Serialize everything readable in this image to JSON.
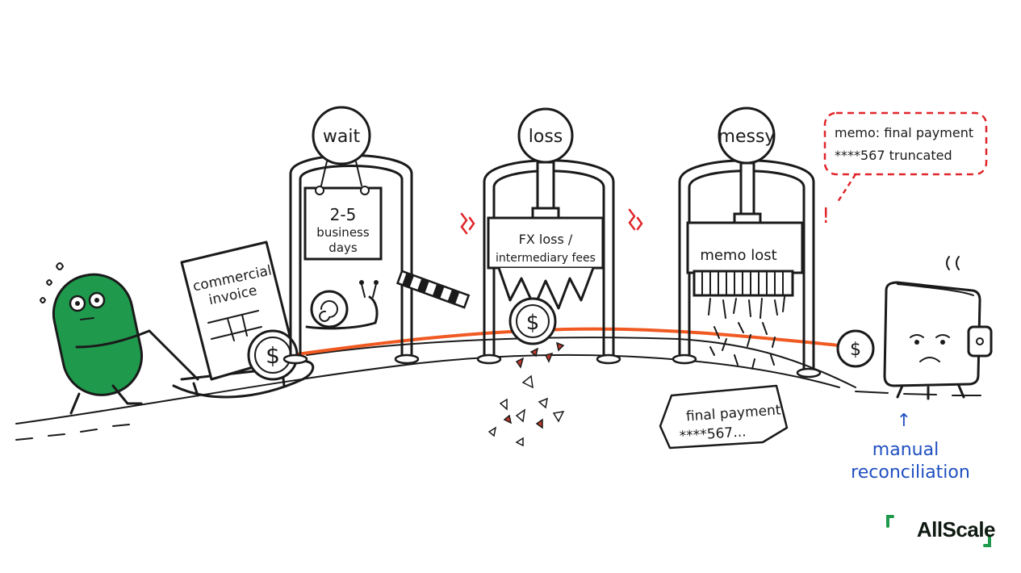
{
  "colors": {
    "ink": "#1a1a1a",
    "money_path": "#f05a22",
    "alert_red": "#e0262b",
    "character_green": "#1f9a4d",
    "note_blue": "#1f4fc0",
    "logo_green": "#1f9a4d"
  },
  "stations": {
    "wait": {
      "label": "wait",
      "sign": [
        "2-5",
        "business",
        "days"
      ]
    },
    "loss": {
      "label": "loss",
      "sign": [
        "FX loss /",
        "intermediary fees"
      ]
    },
    "messy": {
      "label": "messy",
      "sign": "memo lost"
    }
  },
  "invoice": {
    "lines": [
      "commercial",
      "invoice"
    ]
  },
  "coin_symbol": "$",
  "memo_bubble": {
    "lines": [
      "memo: final payment",
      "****567 truncated"
    ]
  },
  "alert_mark": "!",
  "memo_scrap": {
    "lines": [
      "final payment",
      "****567..."
    ]
  },
  "reconciliation_note": {
    "arrow": "↑",
    "lines": [
      "manual",
      "reconciliation"
    ]
  },
  "brand": {
    "name": "AllScale"
  },
  "icons": [
    "sweat-drops",
    "snail-icon",
    "barrier-arm",
    "scissor-teeth",
    "shredder",
    "sad-wallet",
    "dollar-coin"
  ]
}
